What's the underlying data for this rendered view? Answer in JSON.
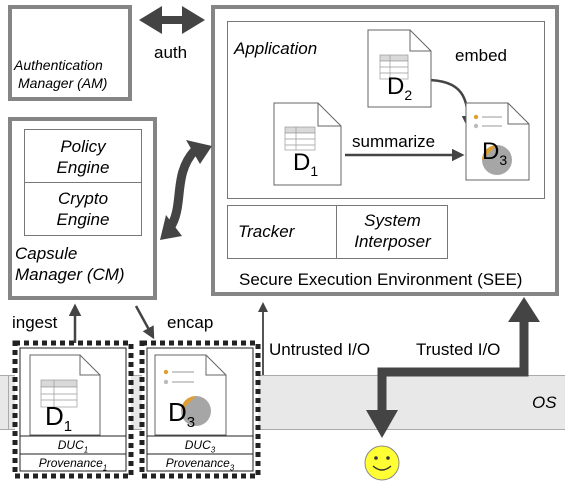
{
  "am": {
    "line1": "Authentication",
    "line2": "Manager (AM)"
  },
  "cm": {
    "policy1": "Policy",
    "policy2": "Engine",
    "crypto1": "Crypto",
    "crypto2": "Engine",
    "label1": "Capsule",
    "label2": "Manager (CM)"
  },
  "see": {
    "application": "Application",
    "tracker": "Tracker",
    "interposer1": "System",
    "interposer2": "Interposer",
    "title": "Secure Execution Environment (SEE)"
  },
  "arrows": {
    "auth": "auth",
    "embed": "embed",
    "summarize": "summarize",
    "ingest": "ingest",
    "encap": "encap",
    "untrusted": "Untrusted I/O",
    "trusted": "Trusted I/O"
  },
  "os": "OS",
  "docs": {
    "d1": "D",
    "d1_sub": "1",
    "d2": "D",
    "d2_sub": "2",
    "d3": "D",
    "d3_sub": "3"
  },
  "capsules": [
    {
      "duc": "DUC",
      "duc_sub": "1",
      "prov": "Provenance",
      "prov_sub": "1"
    },
    {
      "duc": "DUC",
      "duc_sub": "3",
      "prov": "Provenance",
      "prov_sub": "3"
    }
  ],
  "colors": {
    "box_border": "#858585",
    "os_band": "#e6e6e6",
    "accent_gold": "#e0a030",
    "circle_gray": "#a6a6a6",
    "smiley": "#ffff33"
  }
}
